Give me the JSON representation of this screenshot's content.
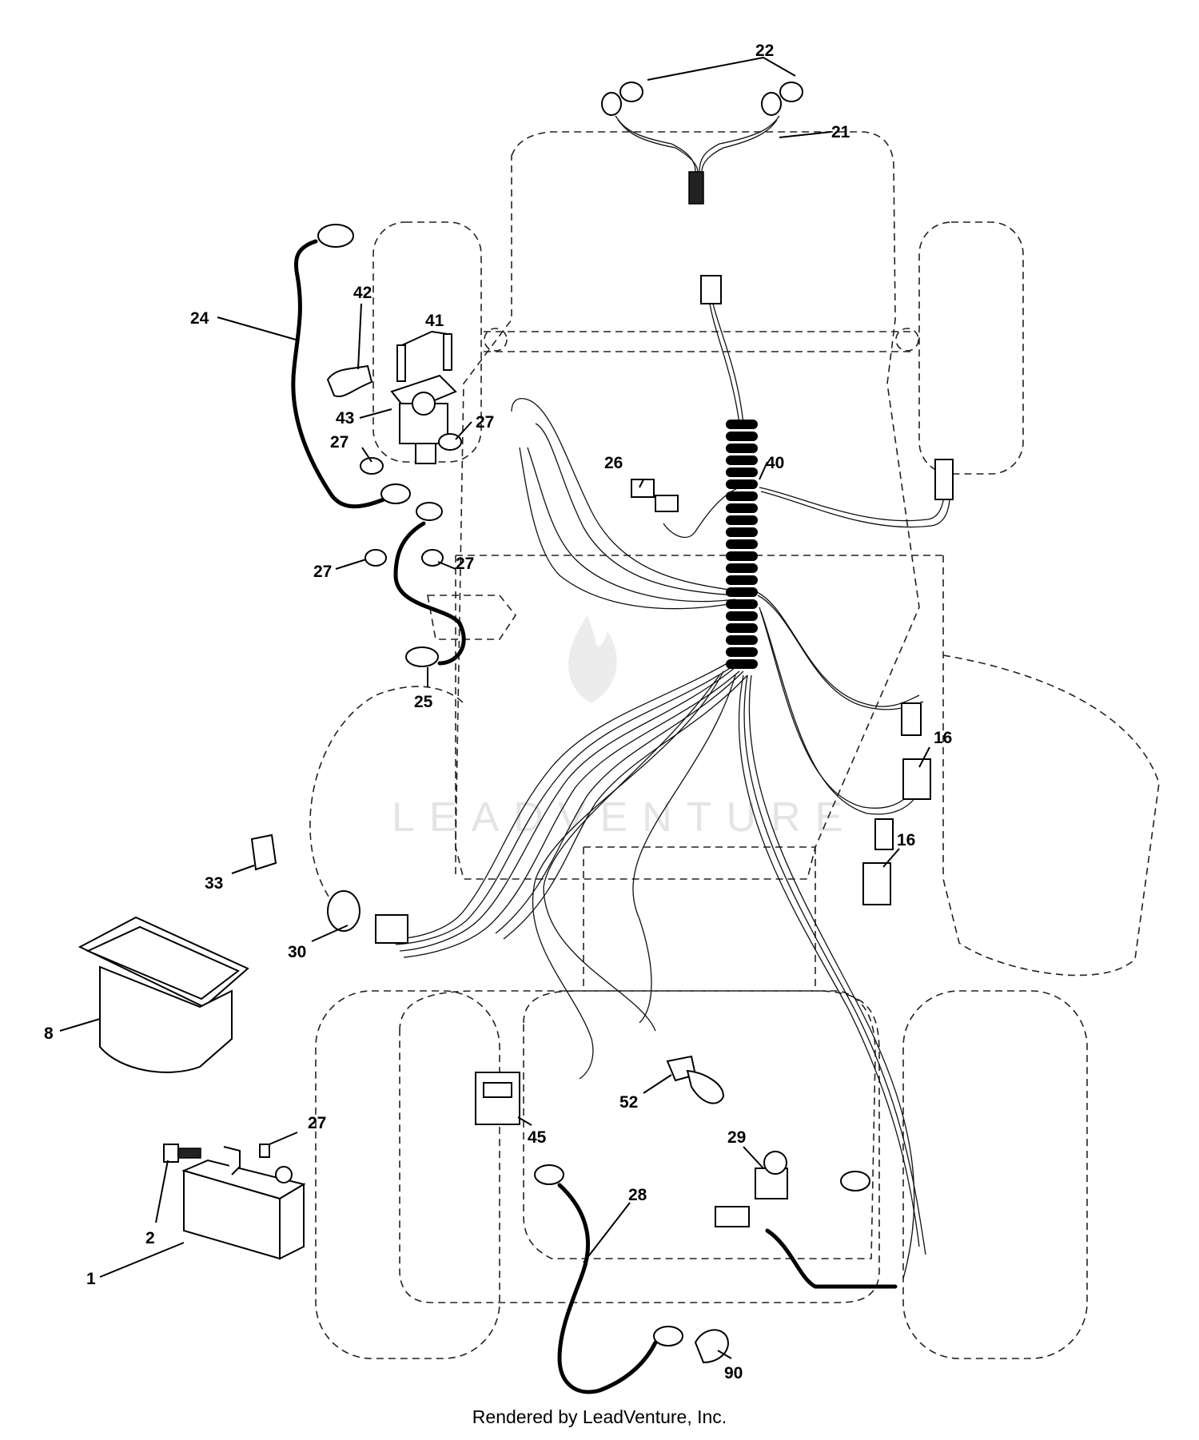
{
  "watermark": {
    "text": "LEADVENTURE"
  },
  "footer": {
    "text": "Rendered by LeadVenture, Inc."
  },
  "callouts": {
    "c22": "22",
    "c21": "21",
    "c24": "24",
    "c42": "42",
    "c41": "41",
    "c43": "43",
    "c27a": "27",
    "c27b": "27",
    "c27c": "27",
    "c27d": "27",
    "c27e": "27",
    "c26": "26",
    "c40": "40",
    "c25": "25",
    "c16a": "16",
    "c16b": "16",
    "c33": "33",
    "c30": "30",
    "c8": "8",
    "c2": "2",
    "c1": "1",
    "c45": "45",
    "c52": "52",
    "c29": "29",
    "c28": "28",
    "c90": "90"
  }
}
